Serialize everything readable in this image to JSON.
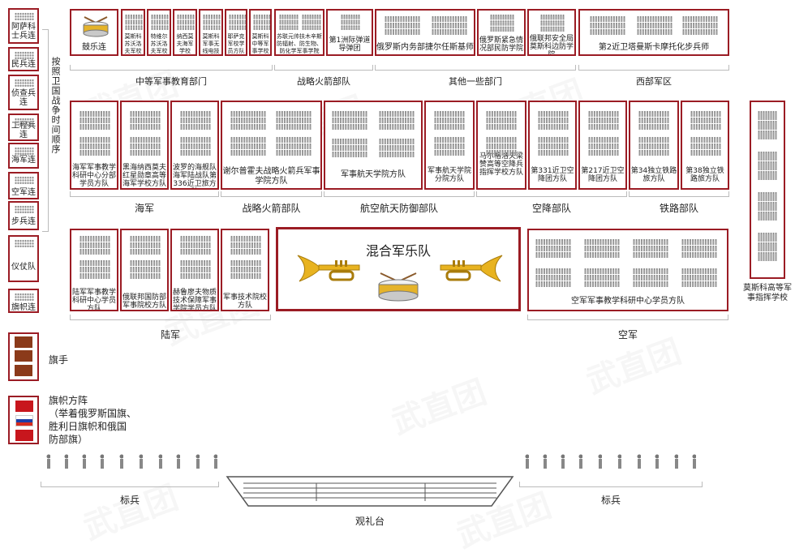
{
  "colors": {
    "frame": "#9b1c24",
    "troop": "#8a8a8a",
    "brass": "#e8b320"
  },
  "left_column": {
    "items": [
      "阿萨科士兵连",
      "民兵连",
      "侦查兵连",
      "工程兵连",
      "海军连",
      "空军连",
      "步兵连",
      "仪仗队",
      "旗帜连"
    ],
    "caption": "按照卫国战争时间顺序"
  },
  "row1": {
    "units": [
      "鼓乐连",
      "莫斯科苏沃洛夫军校",
      "特维尔苏沃洛夫军校",
      "纳西莫夫海军学校",
      "莫斯科军事无线电技术学院",
      "耶萨克军校学员方队",
      "莫斯科中等军事学校",
      "苏联元帅扶木辛斯防辐射、防生物、防化学军事学院",
      "第1洲际弹道导弹团",
      "俄罗斯内务部捷尔任斯基师",
      "俄罗斯紧急情况部民防学院",
      "俄联邦安全局莫斯科边防学院",
      "第2近卫塔曼斯卡摩托化步兵师"
    ],
    "groups": [
      "中等军事教育部门",
      "战略火箭部队",
      "其他一些部门",
      "西部军区"
    ]
  },
  "row2": {
    "units": [
      "海军军事教学科研中心分部学员方队",
      "黑海纳西莫夫红星勋章高等海军学校方队",
      "波罗的海舰队海军陆战队第336近卫旅方队",
      "谢尔普霍夫战略火箭兵军事学院方队",
      "军事航天学院方队",
      "军事航天学院分院方队",
      "马尔格洛夫梁赞高等空降兵指挥学校方队",
      "第331近卫空降团方队",
      "第217近卫空降团方队",
      "第34独立铁路旅方队",
      "第38独立铁路旅方队"
    ],
    "groups": [
      "海军",
      "战略火箭部队",
      "航空航天防御部队",
      "空降部队",
      "铁路部队"
    ]
  },
  "row3": {
    "units": [
      "陆军军事教学科研中心学员方队",
      "俄联邦国防部军事院校方队",
      "赫鲁廖夫物质技术保障军事学院学员方队",
      "军事技术院校方队",
      "混合军乐队",
      "空军军事教学科研中心学员方队"
    ],
    "groups": [
      "陆军",
      "空军"
    ]
  },
  "right": {
    "label": "莫斯科高等军事指挥学校"
  },
  "legend": {
    "flag_bearers": "旗手",
    "flag_formation": [
      "旗帜方阵",
      "（举着俄罗斯国旗、",
      "胜利日旗帜和俄国",
      "防部旗）"
    ]
  },
  "bottom": {
    "left": "标兵",
    "right": "标兵",
    "stand": "观礼台"
  }
}
